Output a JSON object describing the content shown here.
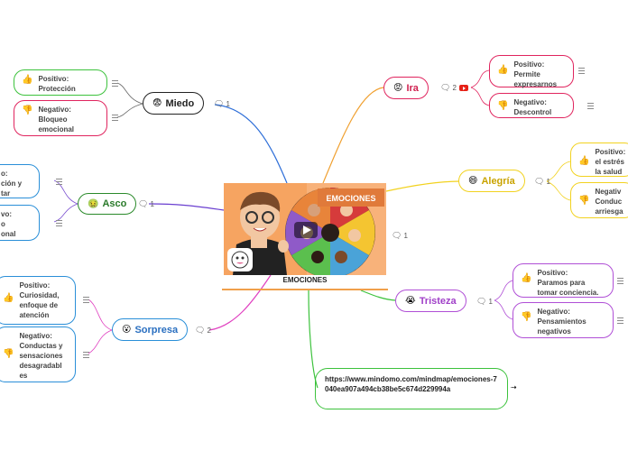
{
  "central": {
    "title": "EMOCIONES",
    "image_caption": "EMOCIONES",
    "note_count": "1"
  },
  "link": {
    "url": "https://www.mindomo.com/mindmap/emociones-7040ea907a494cb38be5c674d229994a",
    "icon": "link-icon"
  },
  "topics": {
    "miedo": {
      "label": "Miedo",
      "emoji": "😨",
      "note_count": "1",
      "color": "#222222",
      "children": [
        {
          "text": "Positivo:\nProtección",
          "color": "#3cc23c",
          "icon": "thumbs-up-icon"
        },
        {
          "text": "Negativo:\nBloqueo\nemocional",
          "color": "#e0245e",
          "icon": "thumbs-down-icon"
        }
      ]
    },
    "asco": {
      "label": "Asco",
      "emoji": "🤢",
      "note_count": "1",
      "color": "#2a8a2a",
      "children": [
        {
          "text": "o:\nción y\ntar",
          "color": "#2a8fd8",
          "icon": "thumbs-up-icon"
        },
        {
          "text": "vo:\no\nonal",
          "color": "#2a8fd8",
          "icon": "thumbs-down-icon"
        }
      ]
    },
    "sorpresa": {
      "label": "Sorpresa",
      "emoji": "😮",
      "note_count": "2",
      "color": "#2a8fd8",
      "children": [
        {
          "text": "Positivo:\nCuriosidad,\nenfoque de\natención",
          "color": "#2a8fd8",
          "icon": "thumbs-up-icon"
        },
        {
          "text": "Negativo:\nConductas y\nsensaciones\ndesagradabl\nes",
          "color": "#2a8fd8",
          "icon": "thumbs-down-icon"
        }
      ]
    },
    "ira": {
      "label": "Ira",
      "emoji": "😡",
      "note_count": "2",
      "color": "#e0245e",
      "children": [
        {
          "text": "Positivo:\nPermite\nexpresarnos",
          "color": "#e0245e",
          "icon": "thumbs-up-icon"
        },
        {
          "text": "Negativo:\nDescontrol",
          "color": "#e0245e",
          "icon": "thumbs-down-icon"
        }
      ]
    },
    "alegria": {
      "label": "Alegría",
      "emoji": "😄",
      "note_count": "1",
      "color": "#c9a300",
      "children": [
        {
          "text": "Positivo:\nel estrés\nla salud",
          "color": "#f2d21f",
          "icon": "thumbs-up-icon"
        },
        {
          "text": "Negativ\nConduc\narriesga",
          "color": "#f2d21f",
          "icon": "thumbs-down-icon"
        }
      ]
    },
    "tristeza": {
      "label": "Tristeza",
      "emoji": "😭",
      "note_count": "1",
      "color": "#b04fd6",
      "children": [
        {
          "text": "Positivo:\nParamos para\ntomar conciencia.",
          "color": "#b04fd6",
          "icon": "thumbs-up-icon"
        },
        {
          "text": "Negativo:\nPensamientos\nnegativos",
          "color": "#b04fd6",
          "icon": "thumbs-down-icon"
        }
      ]
    }
  }
}
